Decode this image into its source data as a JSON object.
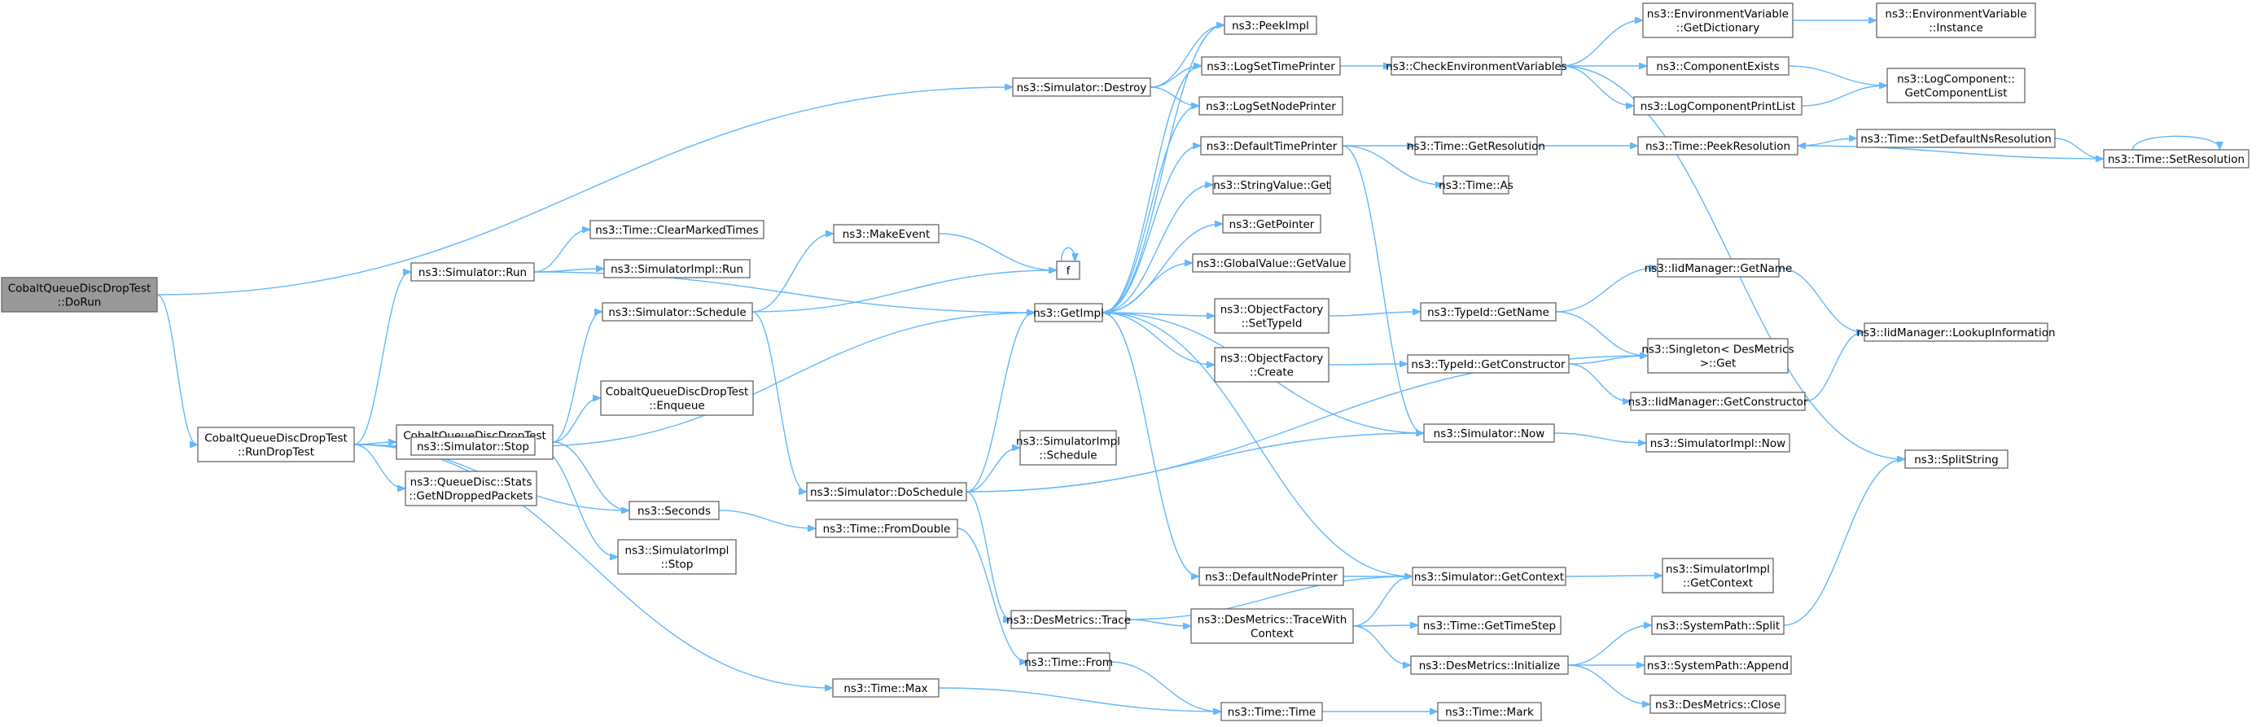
{
  "graph": {
    "nodes": [
      {
        "id": "root",
        "lines": [
          "CobaltQueueDiscDropTest",
          "::DoRun"
        ],
        "highlight": true
      },
      {
        "id": "rundrop",
        "lines": [
          "CobaltQueueDiscDropTest",
          "::RunDropTest"
        ]
      },
      {
        "id": "simdestroy",
        "lines": [
          "ns3::Simulator::Destroy"
        ]
      },
      {
        "id": "simrun",
        "lines": [
          "ns3::Simulator::Run"
        ]
      },
      {
        "id": "enqdelay",
        "lines": [
          "CobaltQueueDiscDropTest",
          "::EnqueueWithDelay"
        ]
      },
      {
        "id": "simstop",
        "lines": [
          "ns3::Simulator::Stop"
        ]
      },
      {
        "id": "qdstats",
        "lines": [
          "ns3::QueueDisc::Stats",
          "::GetNDroppedPackets"
        ]
      },
      {
        "id": "seconds",
        "lines": [
          "ns3::Seconds"
        ]
      },
      {
        "id": "timemax",
        "lines": [
          "ns3::Time::Max"
        ]
      },
      {
        "id": "clearmarked",
        "lines": [
          "ns3::Time::ClearMarkedTimes"
        ]
      },
      {
        "id": "simimplrun",
        "lines": [
          "ns3::SimulatorImpl::Run"
        ]
      },
      {
        "id": "simschedule",
        "lines": [
          "ns3::Simulator::Schedule"
        ]
      },
      {
        "id": "enqueue",
        "lines": [
          "CobaltQueueDiscDropTest",
          "::Enqueue"
        ]
      },
      {
        "id": "simimplstop",
        "lines": [
          "ns3::SimulatorImpl",
          "::Stop"
        ]
      },
      {
        "id": "makeevent",
        "lines": [
          "ns3::MakeEvent"
        ]
      },
      {
        "id": "doschedule",
        "lines": [
          "ns3::Simulator::DoSchedule"
        ]
      },
      {
        "id": "fromdouble",
        "lines": [
          "ns3::Time::FromDouble"
        ]
      },
      {
        "id": "f",
        "lines": [
          "f"
        ]
      },
      {
        "id": "getimpl",
        "lines": [
          "ns3::GetImpl"
        ]
      },
      {
        "id": "simimplschedule",
        "lines": [
          "ns3::SimulatorImpl",
          "::Schedule"
        ]
      },
      {
        "id": "desmtrace",
        "lines": [
          "ns3::DesMetrics::Trace"
        ]
      },
      {
        "id": "timefrom",
        "lines": [
          "ns3::Time::From"
        ]
      },
      {
        "id": "peekimpl",
        "lines": [
          "ns3::PeekImpl"
        ]
      },
      {
        "id": "logsettime",
        "lines": [
          "ns3::LogSetTimePrinter"
        ]
      },
      {
        "id": "logsetnode",
        "lines": [
          "ns3::LogSetNodePrinter"
        ]
      },
      {
        "id": "deftimeprinter",
        "lines": [
          "ns3::DefaultTimePrinter"
        ]
      },
      {
        "id": "stringvalueget",
        "lines": [
          "ns3::StringValue::Get"
        ]
      },
      {
        "id": "getpointer",
        "lines": [
          "ns3::GetPointer"
        ]
      },
      {
        "id": "globalvalue",
        "lines": [
          "ns3::GlobalValue::GetValue"
        ]
      },
      {
        "id": "objfacsettypeid",
        "lines": [
          "ns3::ObjectFactory",
          "::SetTypeId"
        ]
      },
      {
        "id": "objfaccreate",
        "lines": [
          "ns3::ObjectFactory",
          "::Create"
        ]
      },
      {
        "id": "defnodeprinter",
        "lines": [
          "ns3::DefaultNodePrinter"
        ]
      },
      {
        "id": "desmtracewith",
        "lines": [
          "ns3::DesMetrics::TraceWith",
          "Context"
        ]
      },
      {
        "id": "timetime",
        "lines": [
          "ns3::Time::Time"
        ]
      },
      {
        "id": "checkenv",
        "lines": [
          "ns3::CheckEnvironmentVariables"
        ]
      },
      {
        "id": "timegetres",
        "lines": [
          "ns3::Time::GetResolution"
        ]
      },
      {
        "id": "timeas",
        "lines": [
          "ns3::Time::As"
        ]
      },
      {
        "id": "typeidgetname",
        "lines": [
          "ns3::TypeId::GetName"
        ]
      },
      {
        "id": "typeidgetctor",
        "lines": [
          "ns3::TypeId::GetConstructor"
        ]
      },
      {
        "id": "simnow",
        "lines": [
          "ns3::Simulator::Now"
        ]
      },
      {
        "id": "simgetcontext",
        "lines": [
          "ns3::Simulator::GetContext"
        ]
      },
      {
        "id": "timegettimestep",
        "lines": [
          "ns3::Time::GetTimeStep"
        ]
      },
      {
        "id": "desminit",
        "lines": [
          "ns3::DesMetrics::Initialize"
        ]
      },
      {
        "id": "timemark",
        "lines": [
          "ns3::Time::Mark"
        ]
      },
      {
        "id": "envgetdict",
        "lines": [
          "ns3::EnvironmentVariable",
          "::GetDictionary"
        ]
      },
      {
        "id": "compexists",
        "lines": [
          "ns3::ComponentExists"
        ]
      },
      {
        "id": "logcompprint",
        "lines": [
          "ns3::LogComponentPrintList"
        ]
      },
      {
        "id": "timepeekres",
        "lines": [
          "ns3::Time::PeekResolution"
        ]
      },
      {
        "id": "iidgetname",
        "lines": [
          "ns3::IidManager::GetName"
        ]
      },
      {
        "id": "singletonget",
        "lines": [
          "ns3::Singleton< DesMetrics",
          " >::Get"
        ]
      },
      {
        "id": "iidgetctor",
        "lines": [
          "ns3::IidManager::GetConstructor"
        ]
      },
      {
        "id": "simimplnow",
        "lines": [
          "ns3::SimulatorImpl::Now"
        ]
      },
      {
        "id": "simimplgetctx",
        "lines": [
          "ns3::SimulatorImpl",
          "::GetContext"
        ]
      },
      {
        "id": "syspathsplit",
        "lines": [
          "ns3::SystemPath::Split"
        ]
      },
      {
        "id": "syspathappend",
        "lines": [
          "ns3::SystemPath::Append"
        ]
      },
      {
        "id": "desmclose",
        "lines": [
          "ns3::DesMetrics::Close"
        ]
      },
      {
        "id": "envinstance",
        "lines": [
          "ns3::EnvironmentVariable",
          "::Instance"
        ]
      },
      {
        "id": "logcompget",
        "lines": [
          "ns3::LogComponent::",
          "GetComponentList"
        ]
      },
      {
        "id": "setdefaultns",
        "lines": [
          "ns3::Time::SetDefaultNsResolution"
        ]
      },
      {
        "id": "timesetres",
        "lines": [
          "ns3::Time::SetResolution"
        ]
      },
      {
        "id": "iidlookup",
        "lines": [
          "ns3::IidManager::LookupInformation"
        ]
      },
      {
        "id": "splitstring",
        "lines": [
          "ns3::SplitString"
        ]
      }
    ],
    "edges": [
      [
        "root",
        "rundrop"
      ],
      [
        "root",
        "simdestroy"
      ],
      [
        "rundrop",
        "simrun"
      ],
      [
        "rundrop",
        "enqdelay"
      ],
      [
        "rundrop",
        "simstop"
      ],
      [
        "rundrop",
        "qdstats"
      ],
      [
        "rundrop",
        "seconds"
      ],
      [
        "rundrop",
        "timemax"
      ],
      [
        "simdestroy",
        "peekimpl"
      ],
      [
        "simdestroy",
        "logsettime"
      ],
      [
        "simdestroy",
        "logsetnode"
      ],
      [
        "simrun",
        "clearmarked"
      ],
      [
        "simrun",
        "simimplrun"
      ],
      [
        "simrun",
        "getimpl"
      ],
      [
        "enqdelay",
        "simschedule"
      ],
      [
        "enqdelay",
        "enqueue"
      ],
      [
        "enqdelay",
        "seconds"
      ],
      [
        "simstop",
        "getimpl"
      ],
      [
        "simstop",
        "simimplstop"
      ],
      [
        "seconds",
        "fromdouble"
      ],
      [
        "timemax",
        "timetime"
      ],
      [
        "simschedule",
        "makeevent"
      ],
      [
        "simschedule",
        "f"
      ],
      [
        "simschedule",
        "doschedule"
      ],
      [
        "makeevent",
        "f"
      ],
      [
        "f",
        "f"
      ],
      [
        "doschedule",
        "getimpl"
      ],
      [
        "doschedule",
        "simimplschedule"
      ],
      [
        "doschedule",
        "desmtrace"
      ],
      [
        "doschedule",
        "simnow"
      ],
      [
        "doschedule",
        "singletonget"
      ],
      [
        "fromdouble",
        "timefrom"
      ],
      [
        "timefrom",
        "timetime"
      ],
      [
        "desmtrace",
        "simgetcontext"
      ],
      [
        "desmtrace",
        "desmtracewith"
      ],
      [
        "desmtracewith",
        "simgetcontext"
      ],
      [
        "desmtracewith",
        "timegettimestep"
      ],
      [
        "desmtracewith",
        "desminit"
      ],
      [
        "timetime",
        "timemark"
      ],
      [
        "getimpl",
        "peekimpl"
      ],
      [
        "getimpl",
        "logsettime"
      ],
      [
        "getimpl",
        "logsetnode"
      ],
      [
        "getimpl",
        "deftimeprinter"
      ],
      [
        "getimpl",
        "stringvalueget"
      ],
      [
        "getimpl",
        "getpointer"
      ],
      [
        "getimpl",
        "globalvalue"
      ],
      [
        "getimpl",
        "objfacsettypeid"
      ],
      [
        "getimpl",
        "objfaccreate"
      ],
      [
        "getimpl",
        "defnodeprinter"
      ],
      [
        "logsettime",
        "checkenv"
      ],
      [
        "deftimeprinter",
        "timegetres"
      ],
      [
        "deftimeprinter",
        "timeas"
      ],
      [
        "deftimeprinter",
        "simnow"
      ],
      [
        "objfacsettypeid",
        "typeidgetname"
      ],
      [
        "objfaccreate",
        "typeidgetctor"
      ],
      [
        "defnodeprinter",
        "simgetcontext"
      ],
      [
        "checkenv",
        "envgetdict"
      ],
      [
        "checkenv",
        "compexists"
      ],
      [
        "checkenv",
        "logcompprint"
      ],
      [
        "checkenv",
        "splitstring"
      ],
      [
        "timegetres",
        "timepeekres"
      ],
      [
        "typeidgetname",
        "iidgetname"
      ],
      [
        "typeidgetname",
        "singletonget"
      ],
      [
        "typeidgetctor",
        "singletonget"
      ],
      [
        "typeidgetctor",
        "iidgetctor"
      ],
      [
        "simnow",
        "getimpl"
      ],
      [
        "simnow",
        "simimplnow"
      ],
      [
        "simgetcontext",
        "getimpl"
      ],
      [
        "simgetcontext",
        "simimplgetctx"
      ],
      [
        "desminit",
        "syspathsplit"
      ],
      [
        "desminit",
        "syspathappend"
      ],
      [
        "desminit",
        "desmclose"
      ],
      [
        "envgetdict",
        "envinstance"
      ],
      [
        "compexists",
        "logcompget"
      ],
      [
        "logcompprint",
        "logcompget"
      ],
      [
        "timepeekres",
        "setdefaultns"
      ],
      [
        "setdefaultns",
        "timesetres"
      ],
      [
        "timesetres",
        "timepeekres"
      ],
      [
        "timesetres",
        "timesetres"
      ],
      [
        "iidgetname",
        "iidlookup"
      ],
      [
        "iidgetctor",
        "iidlookup"
      ],
      [
        "syspathsplit",
        "splitstring"
      ]
    ]
  }
}
